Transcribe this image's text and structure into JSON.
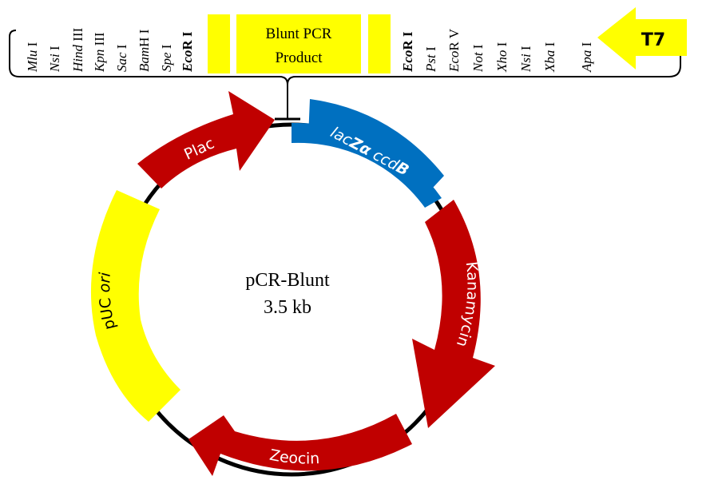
{
  "colors": {
    "yellow": "#ffff00",
    "red": "#c00000",
    "blue": "#0070c0",
    "black": "#000000",
    "white": "#ffffff"
  },
  "mcs_sites": [
    {
      "name": "Mlu",
      "suffix": " I",
      "bold": false
    },
    {
      "name": "Nsi",
      "suffix": " I",
      "bold": false
    },
    {
      "name": "Hind",
      "suffix": " III",
      "bold": false
    },
    {
      "name": "Kpn",
      "suffix": " III",
      "bold": false
    },
    {
      "name": "Sac",
      "suffix": " I",
      "bold": false
    },
    {
      "name": "Bam",
      "suffix": "H I",
      "bold": false
    },
    {
      "name": "Spe",
      "suffix": " I",
      "bold": false
    },
    {
      "name": "Eco",
      "suffix": "R I",
      "bold": true
    },
    {
      "name": "Eco",
      "suffix": "R I",
      "bold": true
    },
    {
      "name": "Pst",
      "suffix": " I",
      "bold": false
    },
    {
      "name": "Eco",
      "suffix": "R V",
      "bold": false
    },
    {
      "name": "Not",
      "suffix": " I",
      "bold": false
    },
    {
      "name": "Xho",
      "suffix": " I",
      "bold": false
    },
    {
      "name": "Nsi",
      "suffix": " I",
      "bold": false
    },
    {
      "name": "Xba",
      "suffix": " I",
      "bold": false
    },
    {
      "name": "Apa",
      "suffix": " I",
      "bold": false
    }
  ],
  "insert": {
    "line1": "Blunt PCR",
    "line2": "Product"
  },
  "t7_label": "T7",
  "plasmid": {
    "name": "pCR-Blunt",
    "size": "3.5 kb"
  },
  "features": {
    "plac": "Plac",
    "lacz_prefix": "lac",
    "lacz_z": "Z",
    "lacz_alpha": "α",
    "ccdb_prefix": " ccd",
    "ccdb_b": "B",
    "kanamycin": "Kanamycin",
    "zeocin": "Zeocin",
    "puc_prefix": "pUC ",
    "puc_ori": "ori"
  }
}
